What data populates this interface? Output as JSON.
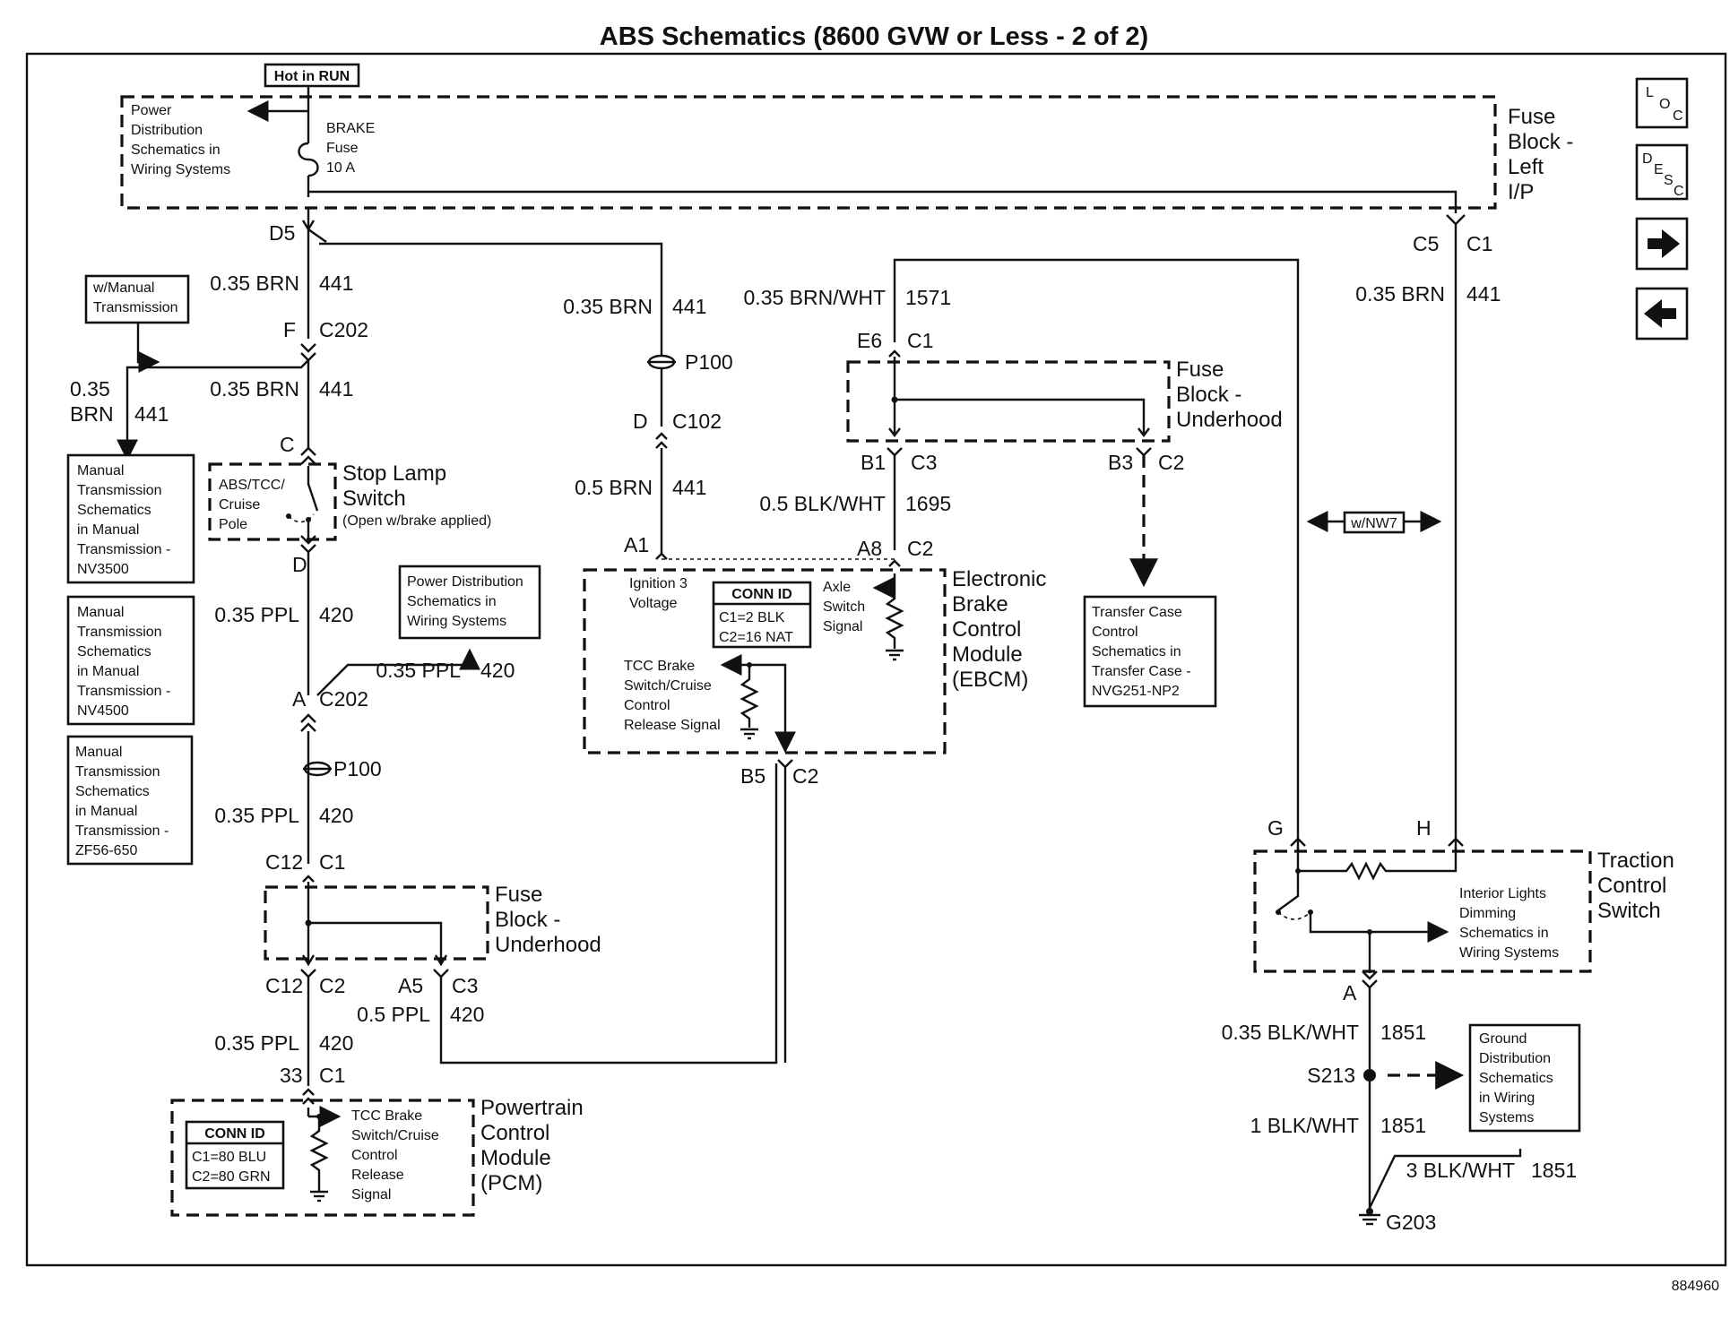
{
  "title": "ABS Schematics (8600 GVW or Less - 2 of 2)",
  "doc_number": "884960",
  "nav": {
    "loc": [
      "L",
      "O",
      "C"
    ],
    "desc": [
      "D",
      "E",
      "S",
      "C"
    ],
    "next_glyph": "➡",
    "prev_glyph": "⬅"
  },
  "top": {
    "hot_in_run": "Hot in RUN",
    "power_dist": [
      "Power",
      "Distribution",
      "Schematics in",
      "Wiring Systems"
    ],
    "brake_fuse": [
      "BRAKE",
      "Fuse",
      "10 A"
    ],
    "fuse_block_left": [
      "Fuse",
      "Block -",
      "Left",
      "I/P"
    ],
    "d5": "D5",
    "c5": "C5",
    "c1": "C1"
  },
  "left": {
    "manual_trans_tag": [
      "w/Manual",
      "Transmission"
    ],
    "w1_size": "0.35 BRN",
    "w1_num": "441",
    "f": "F",
    "c202": "C202",
    "w2_size": "0.35 BRN",
    "w2_num": "441",
    "w3_size_a": "0.35",
    "w3_size_b": "BRN",
    "w3_num": "441",
    "mt1": [
      "Manual",
      "Transmission",
      "Schematics",
      "in Manual",
      "Transmission -",
      "NV3500"
    ],
    "mt2": [
      "Manual",
      "Transmission",
      "Schematics",
      "in Manual",
      "Transmission -",
      "NV4500"
    ],
    "mt3": [
      "Manual",
      "Transmission",
      "Schematics",
      "in Manual",
      "Transmission -",
      "ZF56-650"
    ],
    "c": "C",
    "stop_lamp": [
      "Stop Lamp",
      "Switch"
    ],
    "stop_lamp_note": "(Open w/brake applied)",
    "pole": [
      "ABS/TCC/",
      "Cruise",
      "Pole"
    ],
    "d": "D",
    "w4_size": "0.35 PPL",
    "w4_num": "420",
    "pds": [
      "Power Distribution",
      "Schematics in",
      "Wiring Systems"
    ],
    "w5_size": "0.35 PPL",
    "w5_num": "420",
    "a": "A",
    "c202b": "C202",
    "p100": "P100",
    "w6_size": "0.35 PPL",
    "w6_num": "420",
    "c12a": "C12",
    "c1a": "C1",
    "fuse_block_under": [
      "Fuse",
      "Block -",
      "Underhood"
    ],
    "c12b": "C12",
    "c2": "C2",
    "a5": "A5",
    "c3": "C3",
    "w7_size": "0.5 PPL",
    "w7_num": "420",
    "w8_size": "0.35 PPL",
    "w8_num": "420",
    "p33": "33",
    "c1b": "C1",
    "pcm": [
      "Powertrain",
      "Control",
      "Module",
      "(PCM)"
    ],
    "conn_id": "CONN ID",
    "pcm_conn": [
      "C1=80 BLU",
      "C2=80 GRN"
    ],
    "pcm_signal": [
      "TCC Brake",
      "Switch/Cruise",
      "Control",
      "Release",
      "Signal"
    ]
  },
  "middle": {
    "w1_size": "0.35 BRN",
    "w1_num": "441",
    "p100": "P100",
    "d": "D",
    "c102": "C102",
    "w2_size": "0.5 BRN",
    "w2_num": "441",
    "a1": "A1",
    "ignition": [
      "Ignition 3",
      "Voltage"
    ],
    "conn_id": "CONN ID",
    "ebcm_conn": [
      "C1=2 BLK",
      "C2=16 NAT"
    ],
    "axle": [
      "Axle",
      "Switch",
      "Signal"
    ],
    "tcc": [
      "TCC Brake",
      "Switch/Cruise",
      "Control",
      "Release Signal"
    ],
    "ebcm": [
      "Electronic",
      "Brake",
      "Control",
      "Module",
      "(EBCM)"
    ],
    "b5": "B5",
    "c2": "C2",
    "a8": "A8",
    "c2b": "C2"
  },
  "center": {
    "w1_size": "0.35 BRN/WHT",
    "w1_num": "1571",
    "e6": "E6",
    "c1": "C1",
    "fuse_block_under": [
      "Fuse",
      "Block -",
      "Underhood"
    ],
    "b1": "B1",
    "c3": "C3",
    "b3": "B3",
    "c2": "C2",
    "w2_size": "0.5 BLK/WHT",
    "w2_num": "1695",
    "transfer": [
      "Transfer Case",
      "Control",
      "Schematics in",
      "Transfer Case -",
      "NVG251-NP2"
    ]
  },
  "right": {
    "w1_size": "0.35 BRN",
    "w1_num": "441",
    "nw7": "w/NW7",
    "g": "G",
    "h": "H",
    "traction": [
      "Traction",
      "Control",
      "Switch"
    ],
    "interior": [
      "Interior Lights",
      "Dimming",
      "Schematics in",
      "Wiring Systems"
    ],
    "a": "A",
    "w2_size": "0.35 BLK/WHT",
    "w2_num": "1851",
    "s213": "S213",
    "ground_dist": [
      "Ground",
      "Distribution",
      "Schematics",
      "in Wiring",
      "Systems"
    ],
    "w3_size": "1 BLK/WHT",
    "w3_num": "1851",
    "w4_size": "3 BLK/WHT",
    "w4_num": "1851",
    "g203": "G203"
  }
}
